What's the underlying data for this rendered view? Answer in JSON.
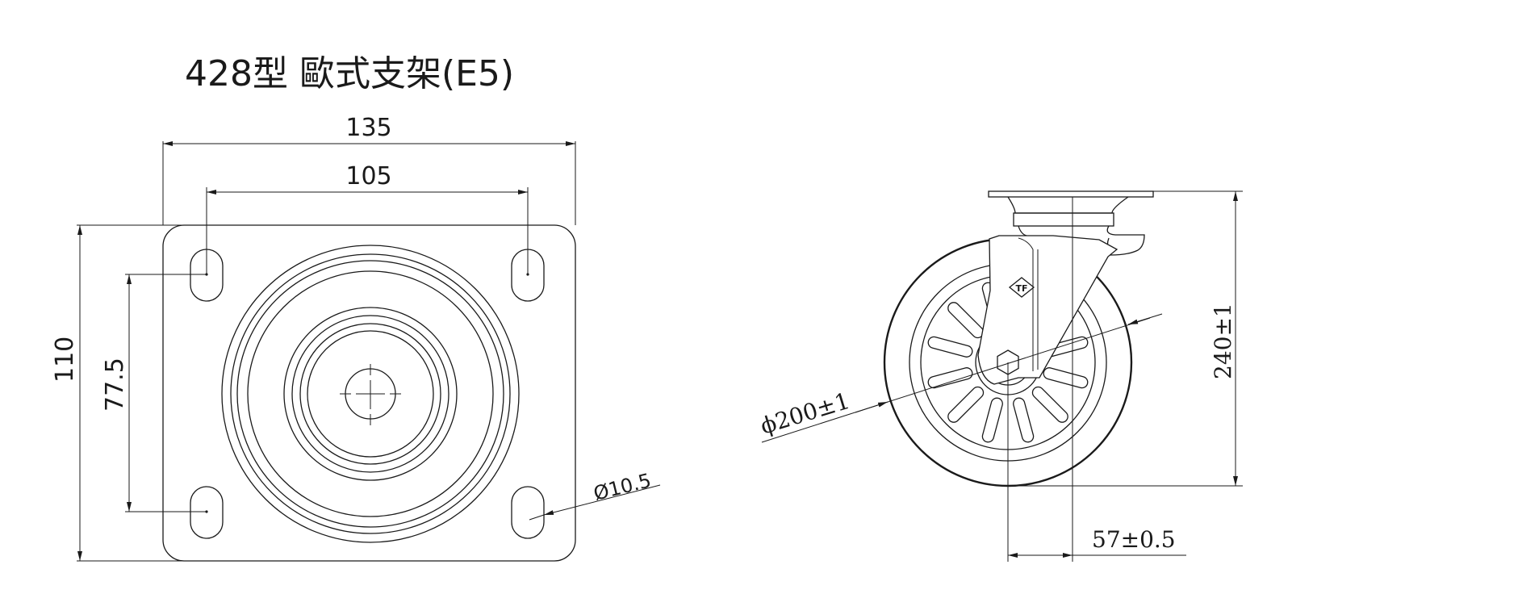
{
  "title": "428型 歐式支架(E5)",
  "top_view": {
    "width_overall": "135",
    "hole_spacing_x": "105",
    "height_overall": "110",
    "hole_spacing_y": "77.5",
    "hole_diameter": "Ø10.5"
  },
  "side_view": {
    "wheel_diameter": "ϕ200±1",
    "total_height": "240±1",
    "offset": "57±0.5",
    "logo_text": "TF"
  }
}
